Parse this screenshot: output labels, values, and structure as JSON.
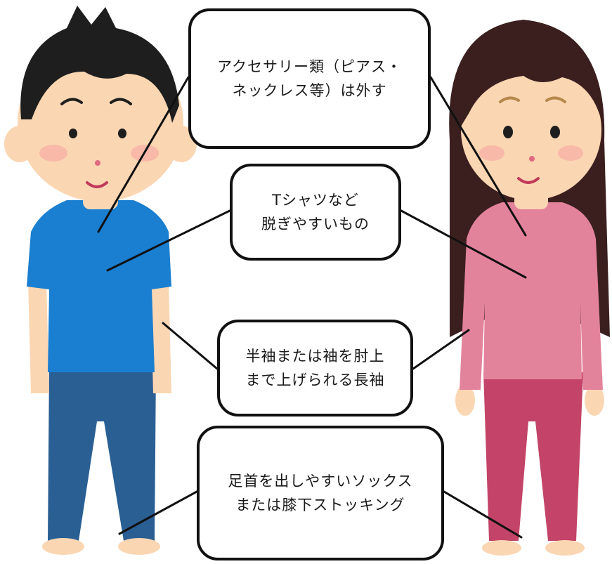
{
  "callouts": [
    {
      "lines": [
        "アクセサリー類（ピアス・",
        "ネックレス等）は外す"
      ]
    },
    {
      "lines": [
        "Tシャツなど",
        "脱ぎやすいもの"
      ]
    },
    {
      "lines": [
        "半袖または袖を肘上",
        "まで上げられる長袖"
      ]
    },
    {
      "lines": [
        "足首を出しやすいソックス",
        "または膝下ストッキング"
      ]
    }
  ],
  "colors": {
    "boy_shirt": "#1a7fd0",
    "boy_pants": "#2a5f94",
    "girl_shirt": "#e3839b",
    "girl_pants": "#c34468",
    "skin": "#fbd6b3",
    "hair_boy": "#1e1e1e",
    "hair_girl": "#3b1f1f",
    "line": "#111111"
  },
  "icons": [
    "boy-figure-icon",
    "girl-figure-icon"
  ]
}
